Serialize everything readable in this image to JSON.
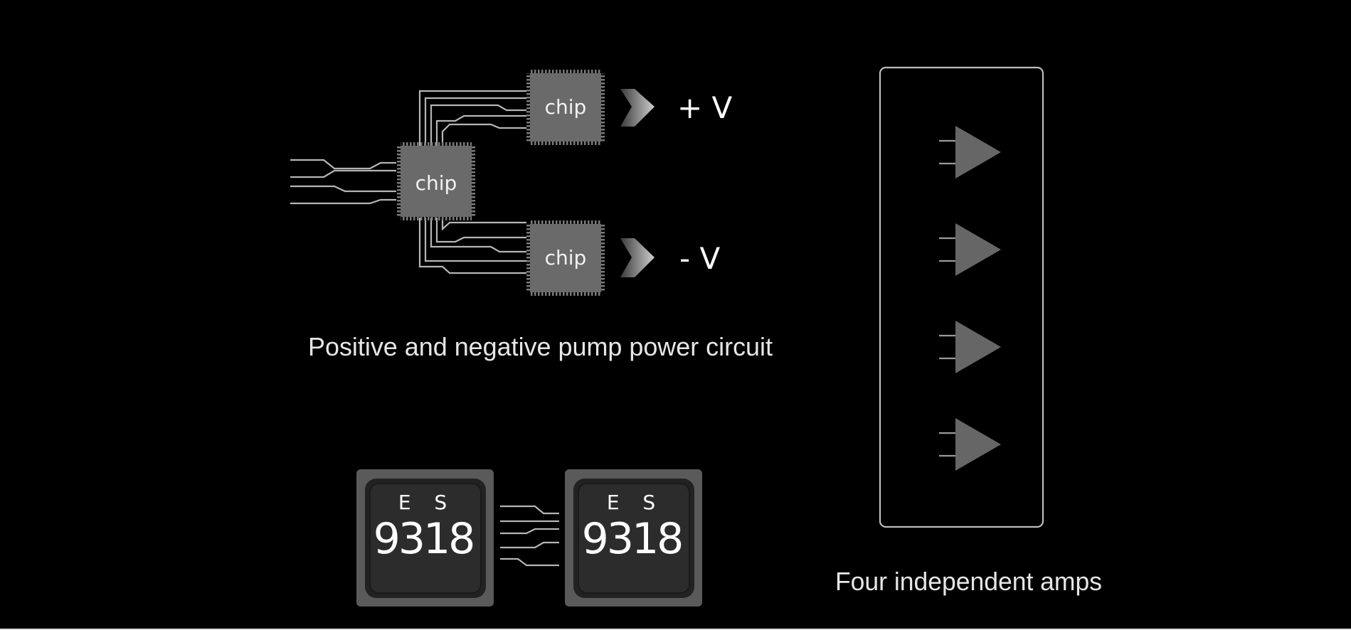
{
  "pump_circuit": {
    "chips": [
      {
        "label": "chip"
      },
      {
        "label": "chip"
      },
      {
        "label": "chip"
      }
    ],
    "positive_label": "+ V",
    "negative_label": "- V",
    "caption": "Positive and negative pump power circuit"
  },
  "dac_pair": {
    "chips": [
      {
        "brand": "E S",
        "model": "9318"
      },
      {
        "brand": "E S",
        "model": "9318"
      }
    ]
  },
  "amps": {
    "count": 4,
    "caption": "Four independent amps"
  },
  "colors": {
    "background": "#000000",
    "chip_fill": "#6a6a6a",
    "trace": "#b5b5b5",
    "amp_fill": "#666666",
    "text": "#ffffff"
  }
}
